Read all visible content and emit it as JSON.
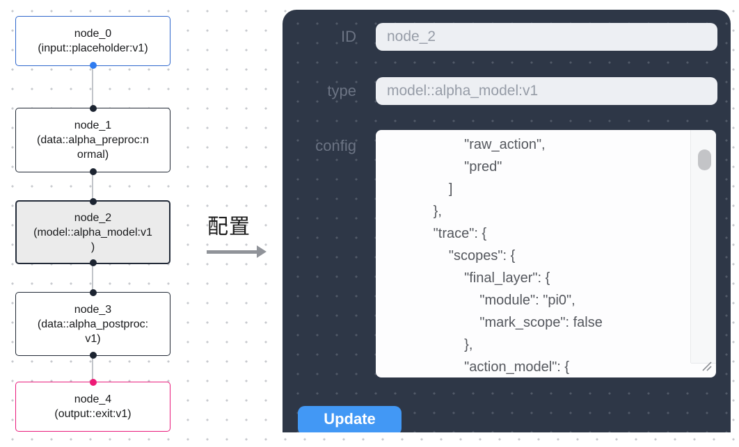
{
  "flow": {
    "nodes": [
      {
        "id": "node_0",
        "text": "node_0\n(input::placeholder:v1)",
        "variant": "input"
      },
      {
        "id": "node_1",
        "text": "node_1\n(data::alpha_preproc:n\normal)",
        "variant": "default"
      },
      {
        "id": "node_2",
        "text": "node_2\n(model::alpha_model:v1\n)",
        "variant": "selected"
      },
      {
        "id": "node_3",
        "text": "node_3\n(data::alpha_postproc:\nv1)",
        "variant": "default"
      },
      {
        "id": "node_4",
        "text": "node_4\n(output::exit:v1)",
        "variant": "output"
      }
    ],
    "colors": {
      "input_accent": "#2d66cc",
      "input_port": "#2e7bf0",
      "output_accent": "#e8187a",
      "default_border": "#1f2733",
      "selected_bg": "#ebebeb"
    }
  },
  "transition": {
    "label": "配置"
  },
  "panel": {
    "bg_color": "#2e3747",
    "id_field": {
      "label": "ID",
      "value": "node_2"
    },
    "type_field": {
      "label": "type",
      "value": "model::alpha_model:v1"
    },
    "config_field": {
      "label": "config",
      "value": "                    \"raw_action\",\n                    \"pred\"\n                ]\n            },\n            \"trace\": {\n                \"scopes\": {\n                    \"final_layer\": {\n                        \"module\": \"pi0\",\n                        \"mark_scope\": false\n                    },\n                    \"action_model\": {"
    },
    "update_button": {
      "label": "Update",
      "color": "#4298f5"
    }
  }
}
